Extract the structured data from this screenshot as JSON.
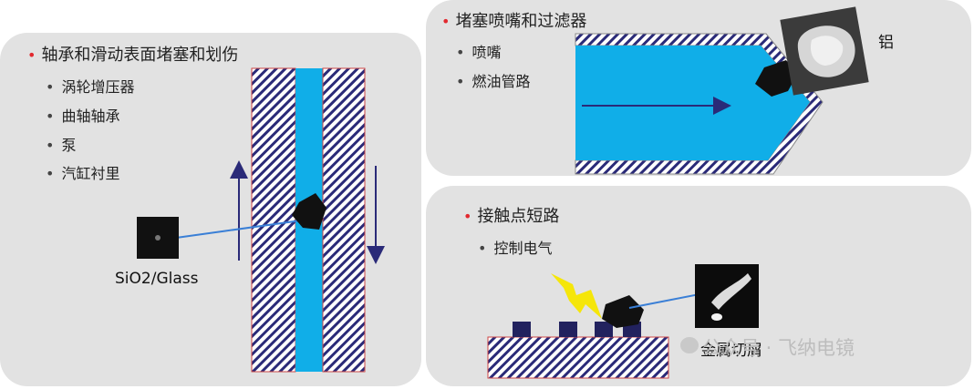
{
  "left_panel": {
    "title": "轴承和滑动表面堵塞和划伤",
    "items": [
      "涡轮增压器",
      "曲轴轴承",
      "泵",
      "汽缸衬里"
    ],
    "sample_label": "SiO2/Glass"
  },
  "top_panel": {
    "title": "堵塞喷嘴和过滤器",
    "items": [
      "喷嘴",
      "燃油管路"
    ],
    "sample_label": "铝"
  },
  "bottom_panel": {
    "title": "接触点短路",
    "items": [
      "控制电气"
    ],
    "sample_label": "金属切屑"
  },
  "watermark": "公众号 · 飞纳电镜",
  "colors": {
    "panel": "#e2e2e2",
    "channel": "#10aee8",
    "hatch": "#2a2a78",
    "arrow": "#2a2a78",
    "bullet_red": "#e2292f",
    "spark": "#f5e60a",
    "pointer_line": "#3a7fd6"
  }
}
